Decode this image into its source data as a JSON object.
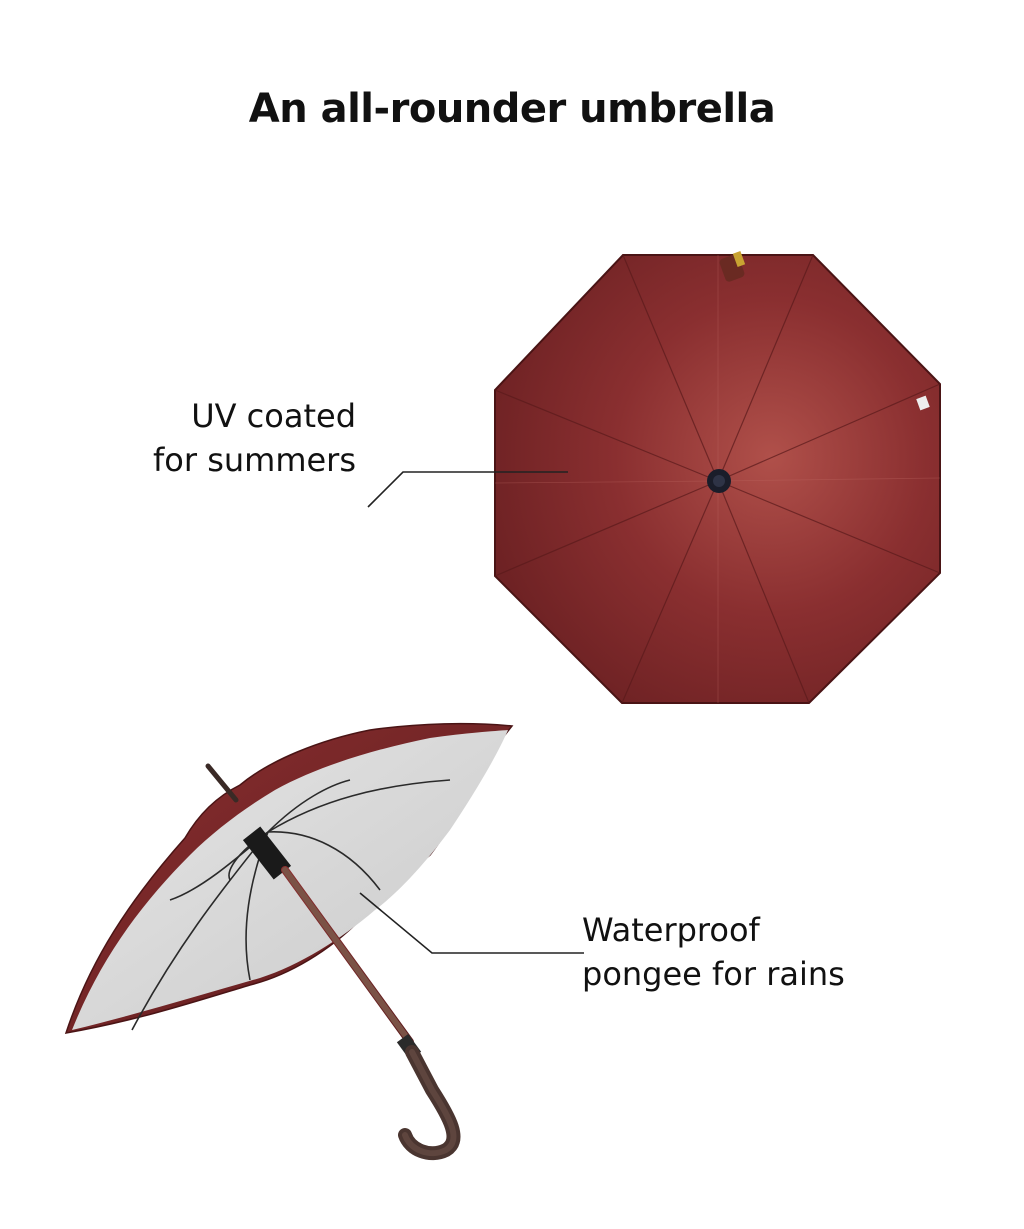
{
  "page": {
    "title": "An all-rounder umbrella"
  },
  "callouts": {
    "uv": {
      "line1": "UV coated",
      "line2": "for summers"
    },
    "waterproof": {
      "line1": "Waterproof",
      "line2": "pongee for rains"
    }
  },
  "colors": {
    "canopy": "#7e2a2b",
    "canopy_light": "#a03e3b",
    "canopy_dark": "#5a1a1b",
    "lining": "#d8d8d8",
    "shaft": "#6b4a3e"
  },
  "icons": {
    "top_view": "umbrella-top-view",
    "side_view": "umbrella-side-view"
  }
}
